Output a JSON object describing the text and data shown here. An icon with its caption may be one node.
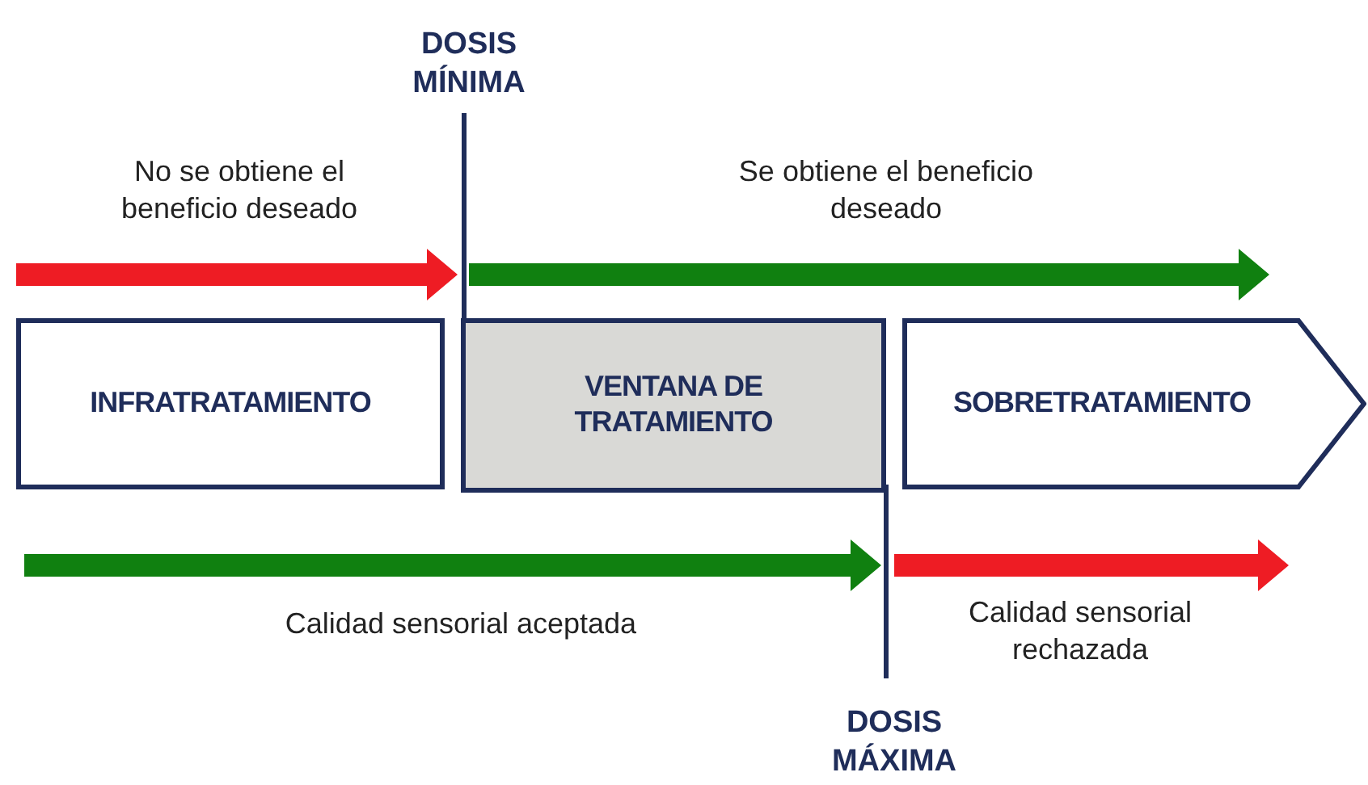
{
  "diagram": {
    "nodes": [
      {
        "text": [
          "INFRATRATAMIENTO"
        ]
      },
      {
        "text": [
          "VENTANA DE TRATAMIENTO"
        ]
      },
      {
        "text": [
          "SOBRETRATAMIENTO"
        ]
      }
    ],
    "labels": [
      "DOSIS MÍNIMA",
      "No se obtiene el beneficio deseado",
      "Se obtiene el beneficio deseado",
      "Calidad sensorial aceptada",
      "Calidad sensorial rechazada",
      "DOSIS MÁXIMA"
    ]
  }
}
